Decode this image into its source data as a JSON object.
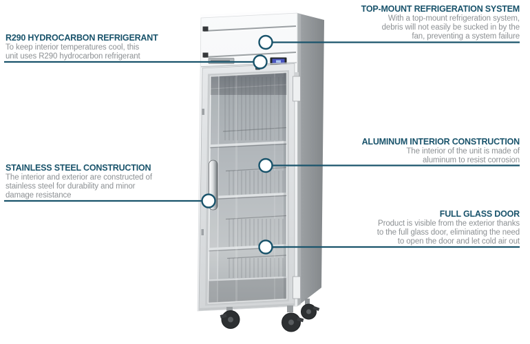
{
  "colors": {
    "background": "#FFFFFF",
    "accent_line": "#19536B",
    "title_text": "#19536B",
    "body_text": "#8C9093"
  },
  "callouts": [
    {
      "id": "r290-refrigerant",
      "side": "left",
      "title": "R290 HYDROCARBON REFRIGERANT",
      "body": "To keep interior temperatures cool, this\nunit uses R290 hydrocarbon refrigerant"
    },
    {
      "id": "top-mount-system",
      "side": "right",
      "title": "TOP-MOUNT REFRIGERATION SYSTEM",
      "body": "With a top-mount refrigeration system,\ndebris will not easily be sucked in by the\nfan, preventing a system failure"
    },
    {
      "id": "aluminum-interior",
      "side": "right",
      "title": "ALUMINUM INTERIOR CONSTRUCTION",
      "body": "The interior of the unit is made of\naluminum to resist corrosion"
    },
    {
      "id": "stainless-steel",
      "side": "left",
      "title": "STAINLESS STEEL CONSTRUCTION",
      "body": "The interior and exterior are constructed of\nstainless steel for durability and minor\ndamage resistance"
    },
    {
      "id": "full-glass-door",
      "side": "right",
      "title": "FULL GLASS DOOR",
      "body": "Product is visible from the exterior thanks\nto the full glass door, eliminating the need\nto open the door and let cold air out"
    }
  ],
  "illustration": {
    "type": "single-section-glass-door-reach-in-refrigerator",
    "parts": [
      "top-refrigeration-compartment",
      "digital-display",
      "brand-plate",
      "glass-door",
      "wire-shelves",
      "door-handle",
      "hinges",
      "casters"
    ]
  }
}
